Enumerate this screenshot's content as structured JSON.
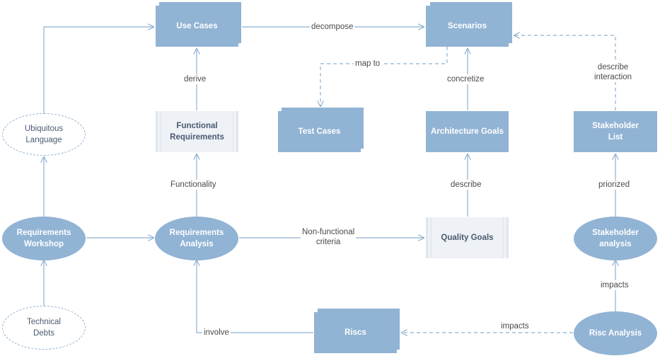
{
  "nodes": {
    "use_cases": "Use Cases",
    "scenarios": "Scenarios",
    "ubiquitous_language": "Ubiquitous\nLanguage",
    "functional_requirements": "Functional\nRequirements",
    "test_cases": "Test Cases",
    "architecture_goals": "Architecture Goals",
    "stakeholder_list": "Stakeholder\nList",
    "requirements_workshop": "Requirements\nWorkshop",
    "requirements_analysis": "Requirements\nAnalysis",
    "quality_goals": "Quality Goals",
    "stakeholder_analysis": "Stakeholder\nanalysis",
    "technical_debts": "Technical\nDebts",
    "riscs": "Riscs",
    "risc_analysis": "Risc Analysis"
  },
  "edges": {
    "decompose": "decompose",
    "map_to": "map to",
    "derive": "derive",
    "concretize": "concretize",
    "describe_interaction": "describe\ninteraction",
    "functionality": "Functionality",
    "describe": "describe",
    "priorized": "priorized",
    "non_functional": "Non-functional\ncriteria",
    "impacts_vertical": "impacts",
    "involve": "involve",
    "impacts_horizontal": "impacts"
  },
  "colors": {
    "node_fill": "#91b3d4",
    "line": "#8fb0d2",
    "ghost_fill": "#eef1f6"
  }
}
